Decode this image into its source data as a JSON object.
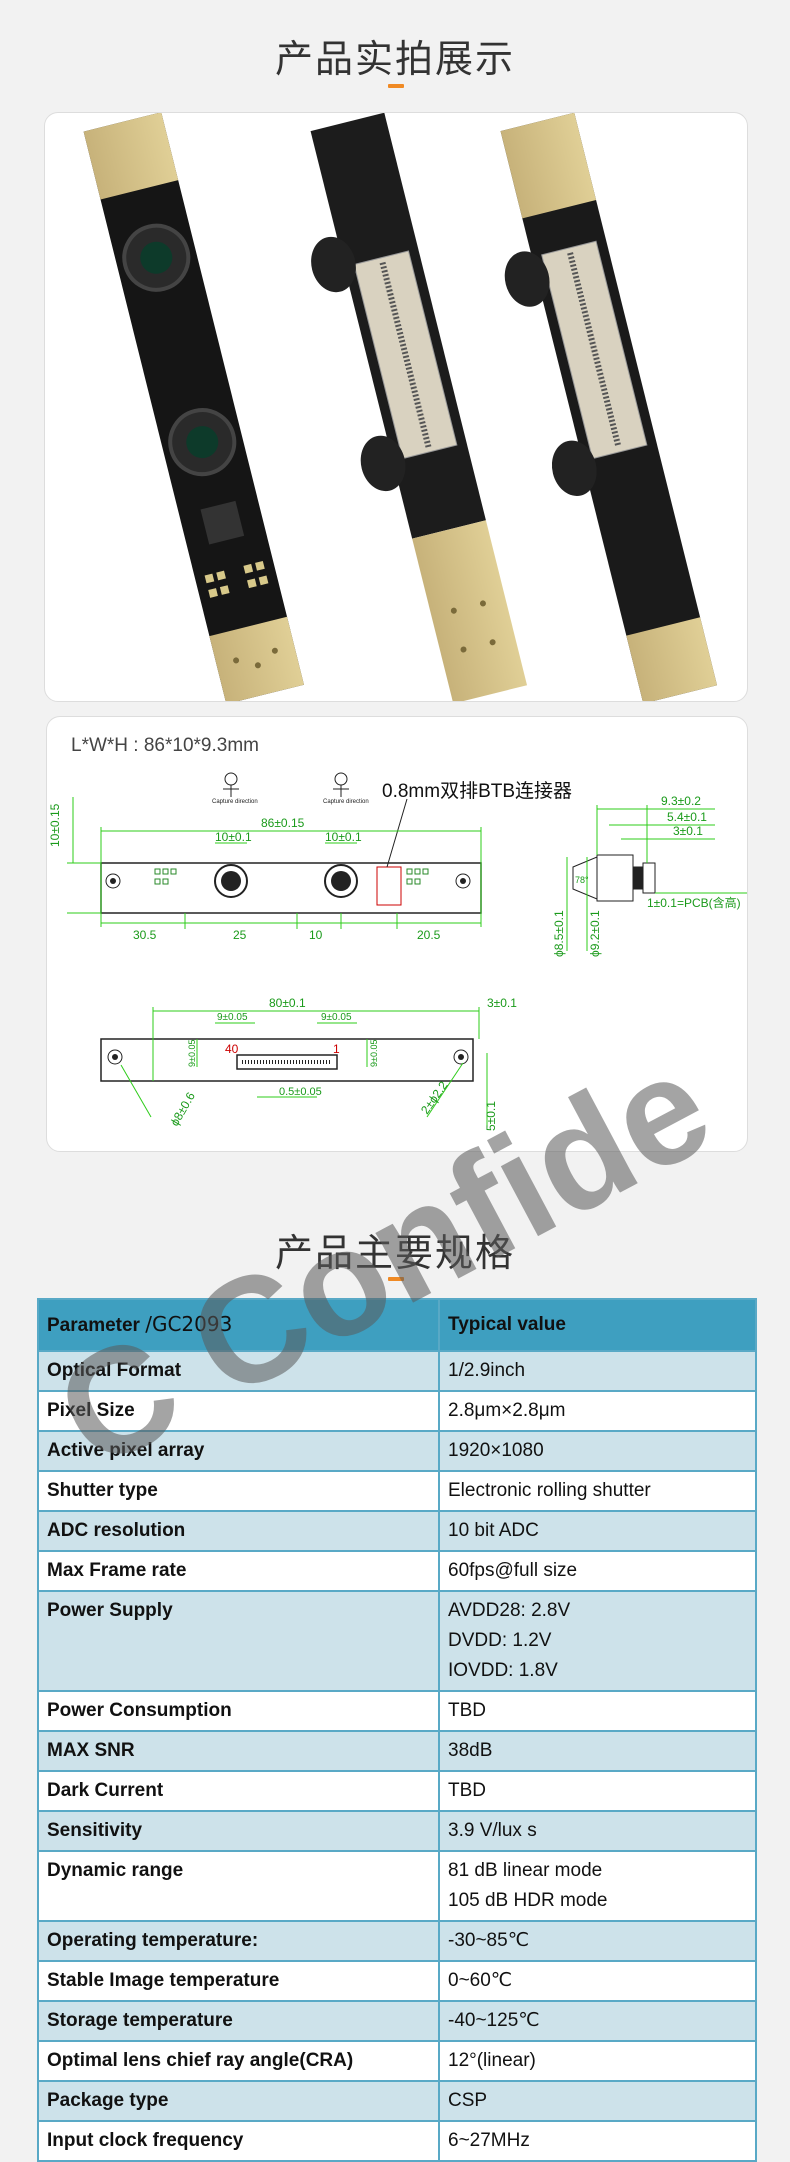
{
  "sections": {
    "photos_title": "产品实拍展示",
    "specs_title": "产品主要规格"
  },
  "drawing": {
    "dimension_label": "L*W*H : 86*10*9.3mm",
    "connector_label": "0.8mm双排BTB连接器",
    "capture_direction": "Capture direction",
    "top_view": {
      "d_86": "86±0.15",
      "d_10_top_a": "10±0.1",
      "d_10_top_b": "10±0.1",
      "d_10_side": "10±0.15",
      "d_30_5": "30.5",
      "d_25": "25",
      "d_10": "10",
      "d_20_5": "20.5"
    },
    "side_view": {
      "d_9_3": "9.3±0.2",
      "d_5_4": "5.4±0.1",
      "d_3": "3±0.1",
      "d_pcb": "1±0.1=PCB(含高)",
      "d_8_5": "ϕ8.5±0.1",
      "d_9_2": "ϕ9.2±0.1",
      "d_angle": "78°"
    },
    "bottom_view": {
      "d_80": "80±0.1",
      "d_3": "3±0.1",
      "d_9a": "9±0.05",
      "d_9b": "9±0.05",
      "d_9c": "9±0.05",
      "d_9d": "9±0.05",
      "d_0_5": "0.5±0.05",
      "pin_40": "40",
      "pin_1": "1",
      "d_hole_left": "ϕ8±0.6",
      "d_hole_right": "2±ϕ2.2",
      "d_5": "5±0.1"
    }
  },
  "table": {
    "header": {
      "param": "Parameter",
      "model": "/GC2093",
      "value": "Typical value"
    },
    "rows": [
      {
        "param": "Optical Format",
        "value": [
          "1/2.9inch"
        ]
      },
      {
        "param": "Pixel Size",
        "value": [
          "2.8μm×2.8μm"
        ]
      },
      {
        "param": "Active pixel array",
        "value": [
          "1920×1080"
        ]
      },
      {
        "param": "Shutter type",
        "value": [
          "Electronic rolling shutter"
        ]
      },
      {
        "param": "ADC resolution",
        "value": [
          "10 bit ADC"
        ]
      },
      {
        "param": "Max Frame rate",
        "value": [
          "60fps@full size"
        ]
      },
      {
        "param": "Power Supply",
        "value": [
          "AVDD28: 2.8V",
          "DVDD: 1.2V",
          "IOVDD: 1.8V"
        ]
      },
      {
        "param": "Power Consumption",
        "value": [
          "TBD"
        ]
      },
      {
        "param": "MAX SNR",
        "value": [
          "38dB"
        ]
      },
      {
        "param": "Dark Current",
        "value": [
          "TBD"
        ]
      },
      {
        "param": "Sensitivity",
        "value": [
          "3.9 V/lux s"
        ]
      },
      {
        "param": "Dynamic range",
        "value": [
          "81 dB linear mode",
          "105 dB HDR mode"
        ]
      },
      {
        "param": "Operating temperature:",
        "value": [
          "-30~85℃"
        ]
      },
      {
        "param": "Stable Image temperature",
        "value": [
          "0~60℃"
        ]
      },
      {
        "param": "Storage temperature",
        "value": [
          "-40~125℃"
        ]
      },
      {
        "param": "Optimal lens chief ray angle(CRA)",
        "value": [
          "12°(linear)"
        ]
      },
      {
        "param": "Package type",
        "value": [
          "CSP"
        ]
      },
      {
        "param": "Input clock frequency",
        "value": [
          "6~27MHz"
        ]
      }
    ]
  },
  "watermark": "C Confide",
  "colors": {
    "accent": "#f08a24",
    "table_header": "#3e9fc0",
    "table_stripe": "#cde2ea",
    "table_border": "#59a9c6",
    "dim_line": "#2ecc1a"
  }
}
